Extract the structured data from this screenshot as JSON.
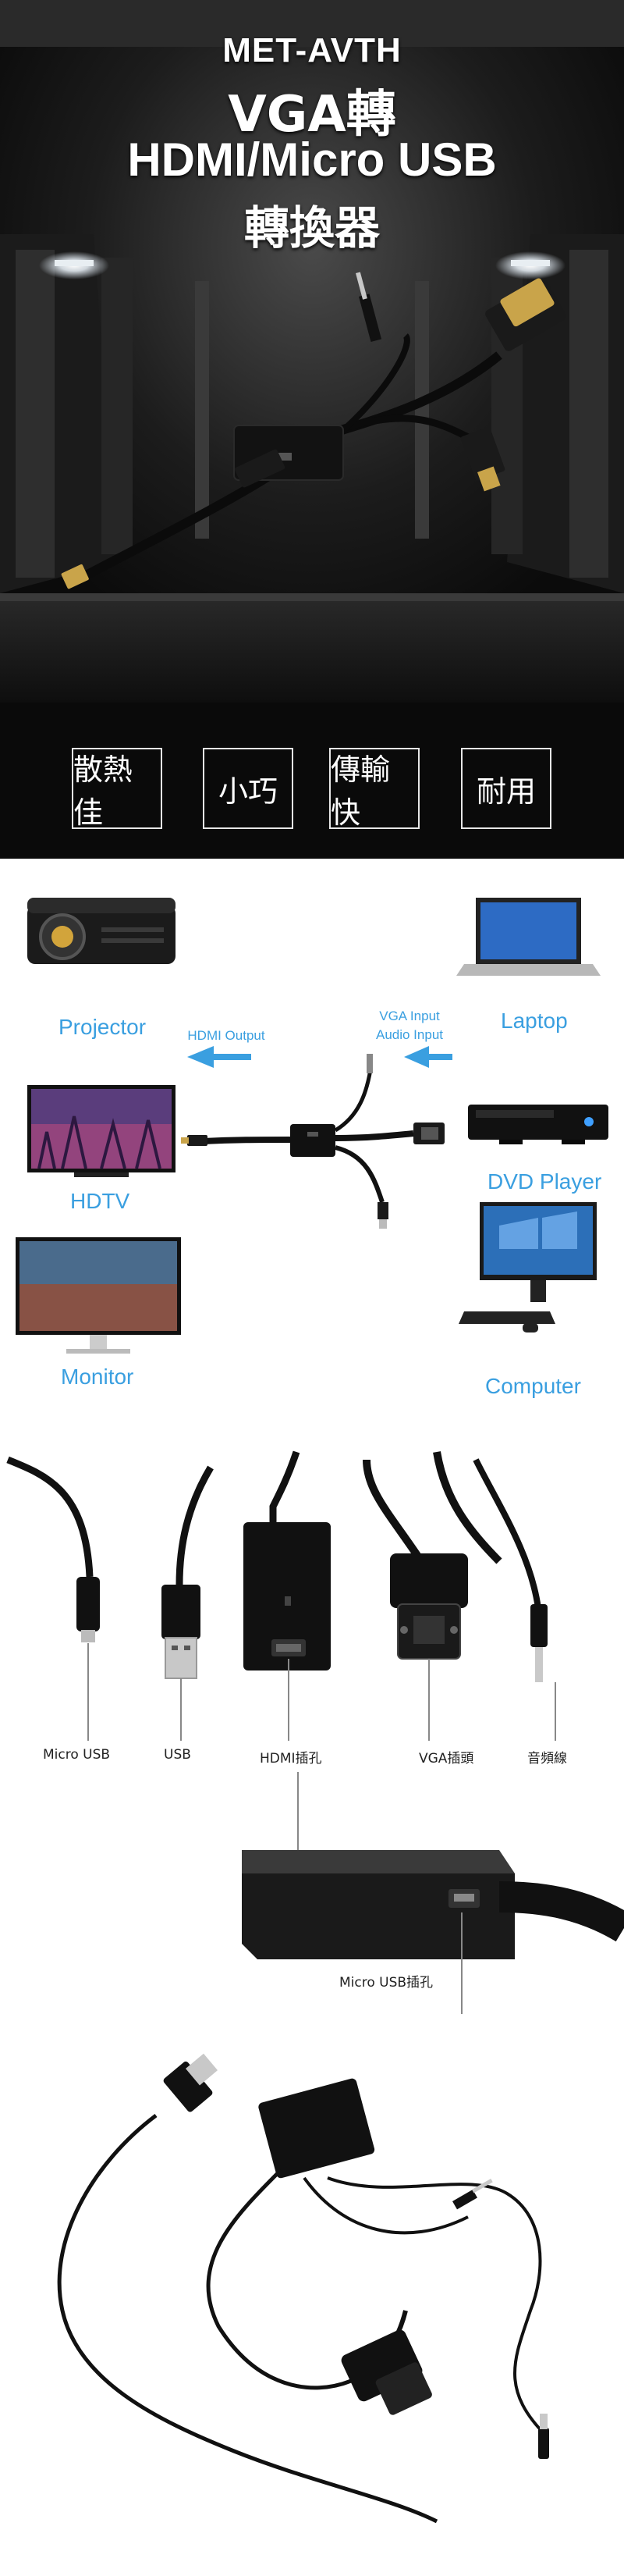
{
  "hero": {
    "model": "MET-AVTH",
    "line1": "VGA轉",
    "line2": "HDMI/Micro USB",
    "line3": "轉換器"
  },
  "features": [
    "散熱佳",
    "小巧",
    "傳輸快",
    "耐用"
  ],
  "diagram": {
    "projector": "Projector",
    "hdtv": "HDTV",
    "monitor": "Monitor",
    "laptop": "Laptop",
    "dvd": "DVD Player",
    "computer": "Computer",
    "hdmi_output": "HDMI Output",
    "vga_input": "VGA Input",
    "audio_input": "Audio Input"
  },
  "ports": {
    "micro_usb": "Micro USB",
    "usb": "USB",
    "hdmi": "HDMI插孔",
    "vga": "VGA插頭",
    "audio": "音頻線",
    "micro_usb_port": "Micro USB插孔"
  },
  "colors": {
    "accent_blue": "#3a9fe0",
    "hero_bg": "#111111",
    "feature_border": "#e6e6e6"
  }
}
